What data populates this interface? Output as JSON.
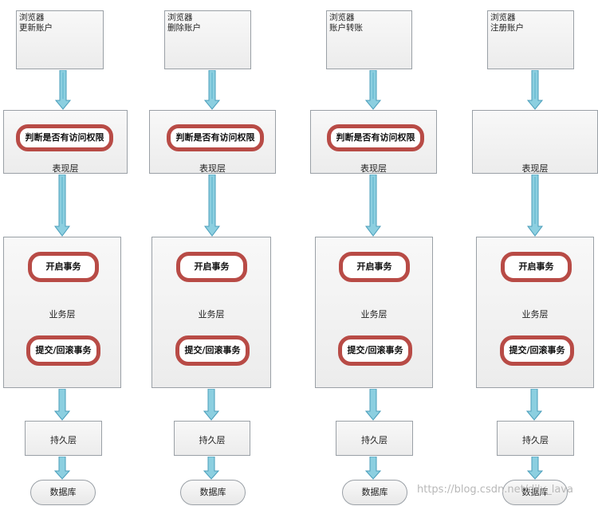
{
  "columns": [
    {
      "browser": {
        "title": "浏览器",
        "action": "更新账户"
      },
      "presentation": {
        "check": "判断是否有访问权限",
        "label": "表现层"
      },
      "business": {
        "begin": "开启事务",
        "label": "业务层",
        "end": "提交/回滚事务"
      },
      "persistence": {
        "label": "持久层"
      },
      "database": {
        "label": "数据库"
      }
    },
    {
      "browser": {
        "title": "浏览器",
        "action": "删除账户"
      },
      "presentation": {
        "check": "判断是否有访问权限",
        "label": "表现层"
      },
      "business": {
        "begin": "开启事务",
        "label": "业务层",
        "end": "提交/回滚事务"
      },
      "persistence": {
        "label": "持久层"
      },
      "database": {
        "label": "数据库"
      }
    },
    {
      "browser": {
        "title": "浏览器",
        "action": "账户转账"
      },
      "presentation": {
        "check": "判断是否有访问权限",
        "label": "表现层"
      },
      "business": {
        "begin": "开启事务",
        "label": "业务层",
        "end": "提交/回滚事务"
      },
      "persistence": {
        "label": "持久层"
      },
      "database": {
        "label": "数据库"
      }
    },
    {
      "browser": {
        "title": "浏览器",
        "action": "注册账户"
      },
      "presentation": {
        "check": "",
        "label": "表现层"
      },
      "business": {
        "begin": "开启事务",
        "label": "业务层",
        "end": "提交/回滚事务"
      },
      "persistence": {
        "label": "持久层"
      },
      "database": {
        "label": "数据库"
      }
    }
  ],
  "watermark": "https://blog.csdn.net/dily_lava",
  "colors": {
    "highlight_border": "#b84b46",
    "arrow_fill": "#8ccfe0",
    "arrow_stroke": "#4a9dba",
    "box_border": "#9aa0a6"
  }
}
